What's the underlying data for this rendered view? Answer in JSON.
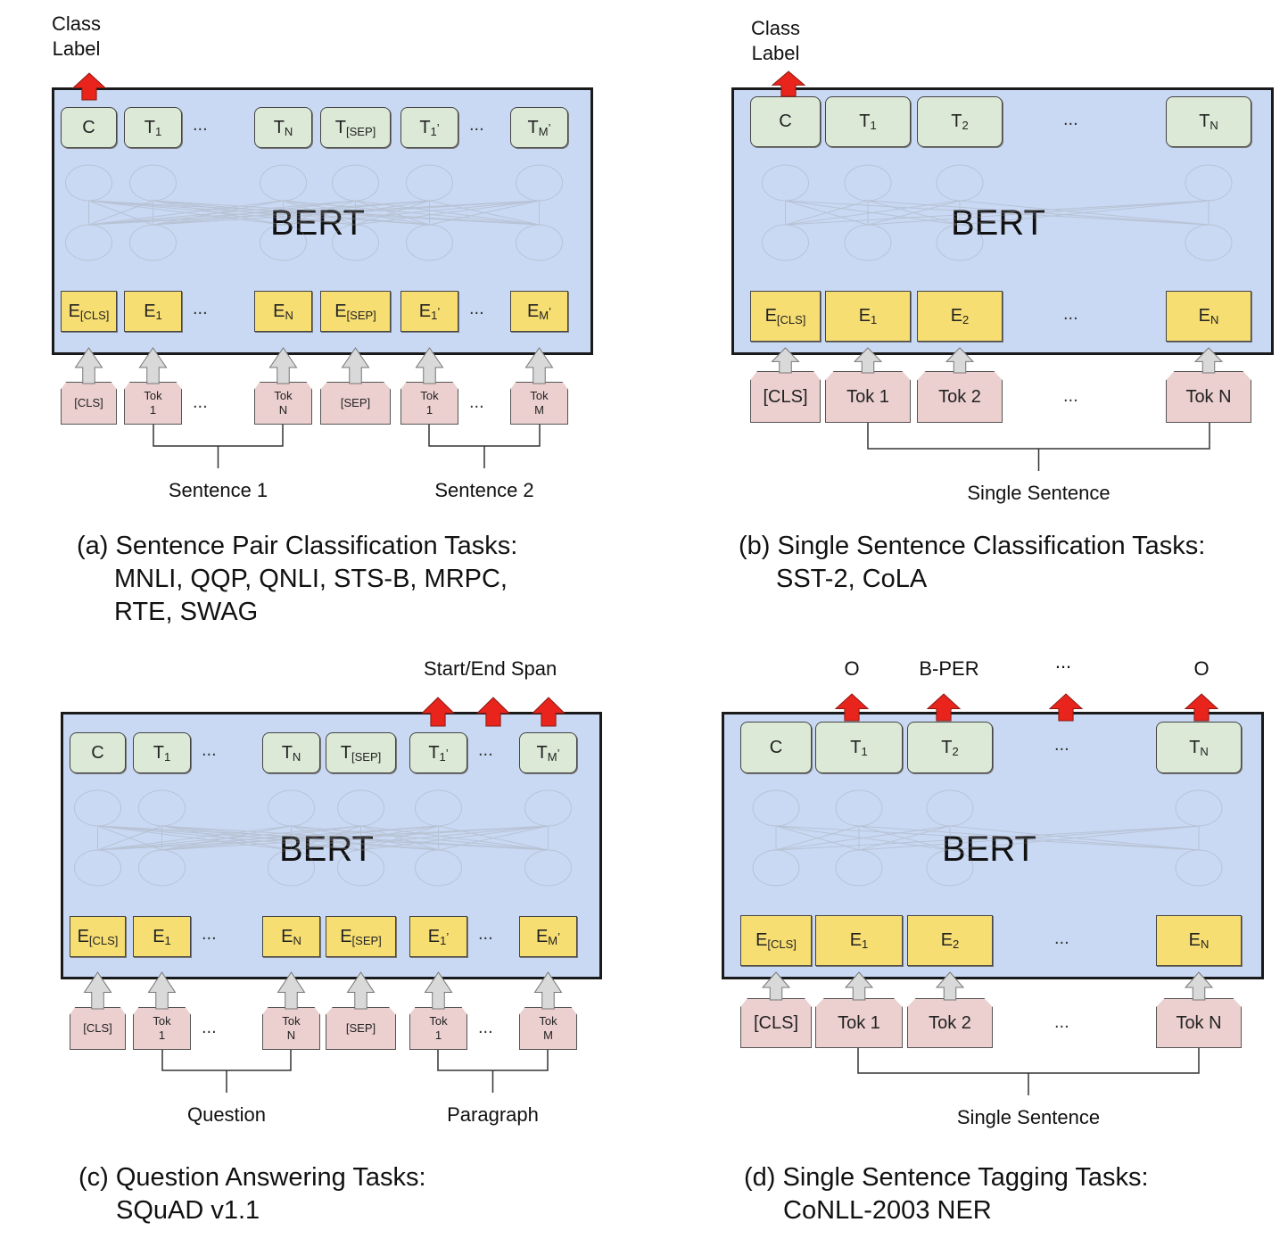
{
  "colors": {
    "bert_fill": "#c9d9f4",
    "output_cell": "#dbe9d6",
    "embedding_cell": "#f7de73",
    "token_cell": "#eccfcf",
    "output_arrow": "#e8241c",
    "input_arrow": "#d9d9d9"
  },
  "panels": {
    "a": {
      "top_label": "Class\nLabel",
      "bert": "BERT",
      "outputs": [
        "C",
        "T",
        "...",
        "T",
        "T",
        "T",
        "...",
        "T"
      ],
      "output_subs": [
        "",
        "1",
        "",
        "N",
        "[SEP]",
        "1",
        "",
        "M"
      ],
      "output_primes": [
        "",
        "",
        "",
        "",
        "",
        "’",
        "",
        "’"
      ],
      "embeddings": [
        "E",
        "E",
        "...",
        "E",
        "E",
        "E",
        "...",
        "E"
      ],
      "embedding_subs": [
        "[CLS]",
        "1",
        "",
        "N",
        "[SEP]",
        "1",
        "",
        "M"
      ],
      "embedding_primes": [
        "",
        "",
        "",
        "",
        "",
        "’",
        "",
        "’"
      ],
      "tokens": [
        "[CLS]",
        "Tok\n1",
        "...",
        "Tok\nN",
        "[SEP]",
        "Tok\n1",
        "...",
        "Tok\nM"
      ],
      "group_labels": [
        "Sentence 1",
        "Sentence 2"
      ],
      "caption": [
        "(a) Sentence Pair Classification Tasks:",
        "MNLI, QQP, QNLI, STS-B, MRPC,",
        "RTE, SWAG"
      ]
    },
    "b": {
      "top_label": "Class\nLabel",
      "bert": "BERT",
      "outputs": [
        "C",
        "T",
        "T",
        "...",
        "T"
      ],
      "output_subs": [
        "",
        "1",
        "2",
        "",
        "N"
      ],
      "embeddings": [
        "E",
        "E",
        "E",
        "...",
        "E"
      ],
      "embedding_subs": [
        "[CLS]",
        "1",
        "2",
        "",
        "N"
      ],
      "tokens": [
        "[CLS]",
        "Tok 1",
        "Tok 2",
        "...",
        "Tok N"
      ],
      "group_labels": [
        "Single Sentence"
      ],
      "caption": [
        "(b) Single Sentence Classification Tasks:",
        "SST-2, CoLA"
      ]
    },
    "c": {
      "top_label": "Start/End Span",
      "bert": "BERT",
      "outputs": [
        "C",
        "T",
        "...",
        "T",
        "T",
        "T",
        "...",
        "T"
      ],
      "output_subs": [
        "",
        "1",
        "",
        "N",
        "[SEP]",
        "1",
        "",
        "M"
      ],
      "output_primes": [
        "",
        "",
        "",
        "",
        "",
        "’",
        "",
        "’"
      ],
      "embeddings": [
        "E",
        "E",
        "...",
        "E",
        "E",
        "E",
        "...",
        "E"
      ],
      "embedding_subs": [
        "[CLS]",
        "1",
        "",
        "N",
        "[SEP]",
        "1",
        "",
        "M"
      ],
      "embedding_primes": [
        "",
        "",
        "",
        "",
        "",
        "’",
        "",
        "’"
      ],
      "tokens": [
        "[CLS]",
        "Tok\n1",
        "...",
        "Tok\nN",
        "[SEP]",
        "Tok\n1",
        "...",
        "Tok\nM"
      ],
      "group_labels": [
        "Question",
        "Paragraph"
      ],
      "caption": [
        "(c) Question Answering Tasks:",
        "SQuAD v1.1"
      ]
    },
    "d": {
      "top_labels": [
        "O",
        "B-PER",
        "...",
        "O"
      ],
      "bert": "BERT",
      "outputs": [
        "C",
        "T",
        "T",
        "...",
        "T"
      ],
      "output_subs": [
        "",
        "1",
        "2",
        "",
        "N"
      ],
      "embeddings": [
        "E",
        "E",
        "E",
        "...",
        "E"
      ],
      "embedding_subs": [
        "[CLS]",
        "1",
        "2",
        "",
        "N"
      ],
      "tokens": [
        "[CLS]",
        "Tok 1",
        "Tok 2",
        "...",
        "Tok N"
      ],
      "group_labels": [
        "Single Sentence"
      ],
      "caption": [
        "(d) Single Sentence Tagging Tasks:",
        "CoNLL-2003 NER"
      ]
    }
  }
}
